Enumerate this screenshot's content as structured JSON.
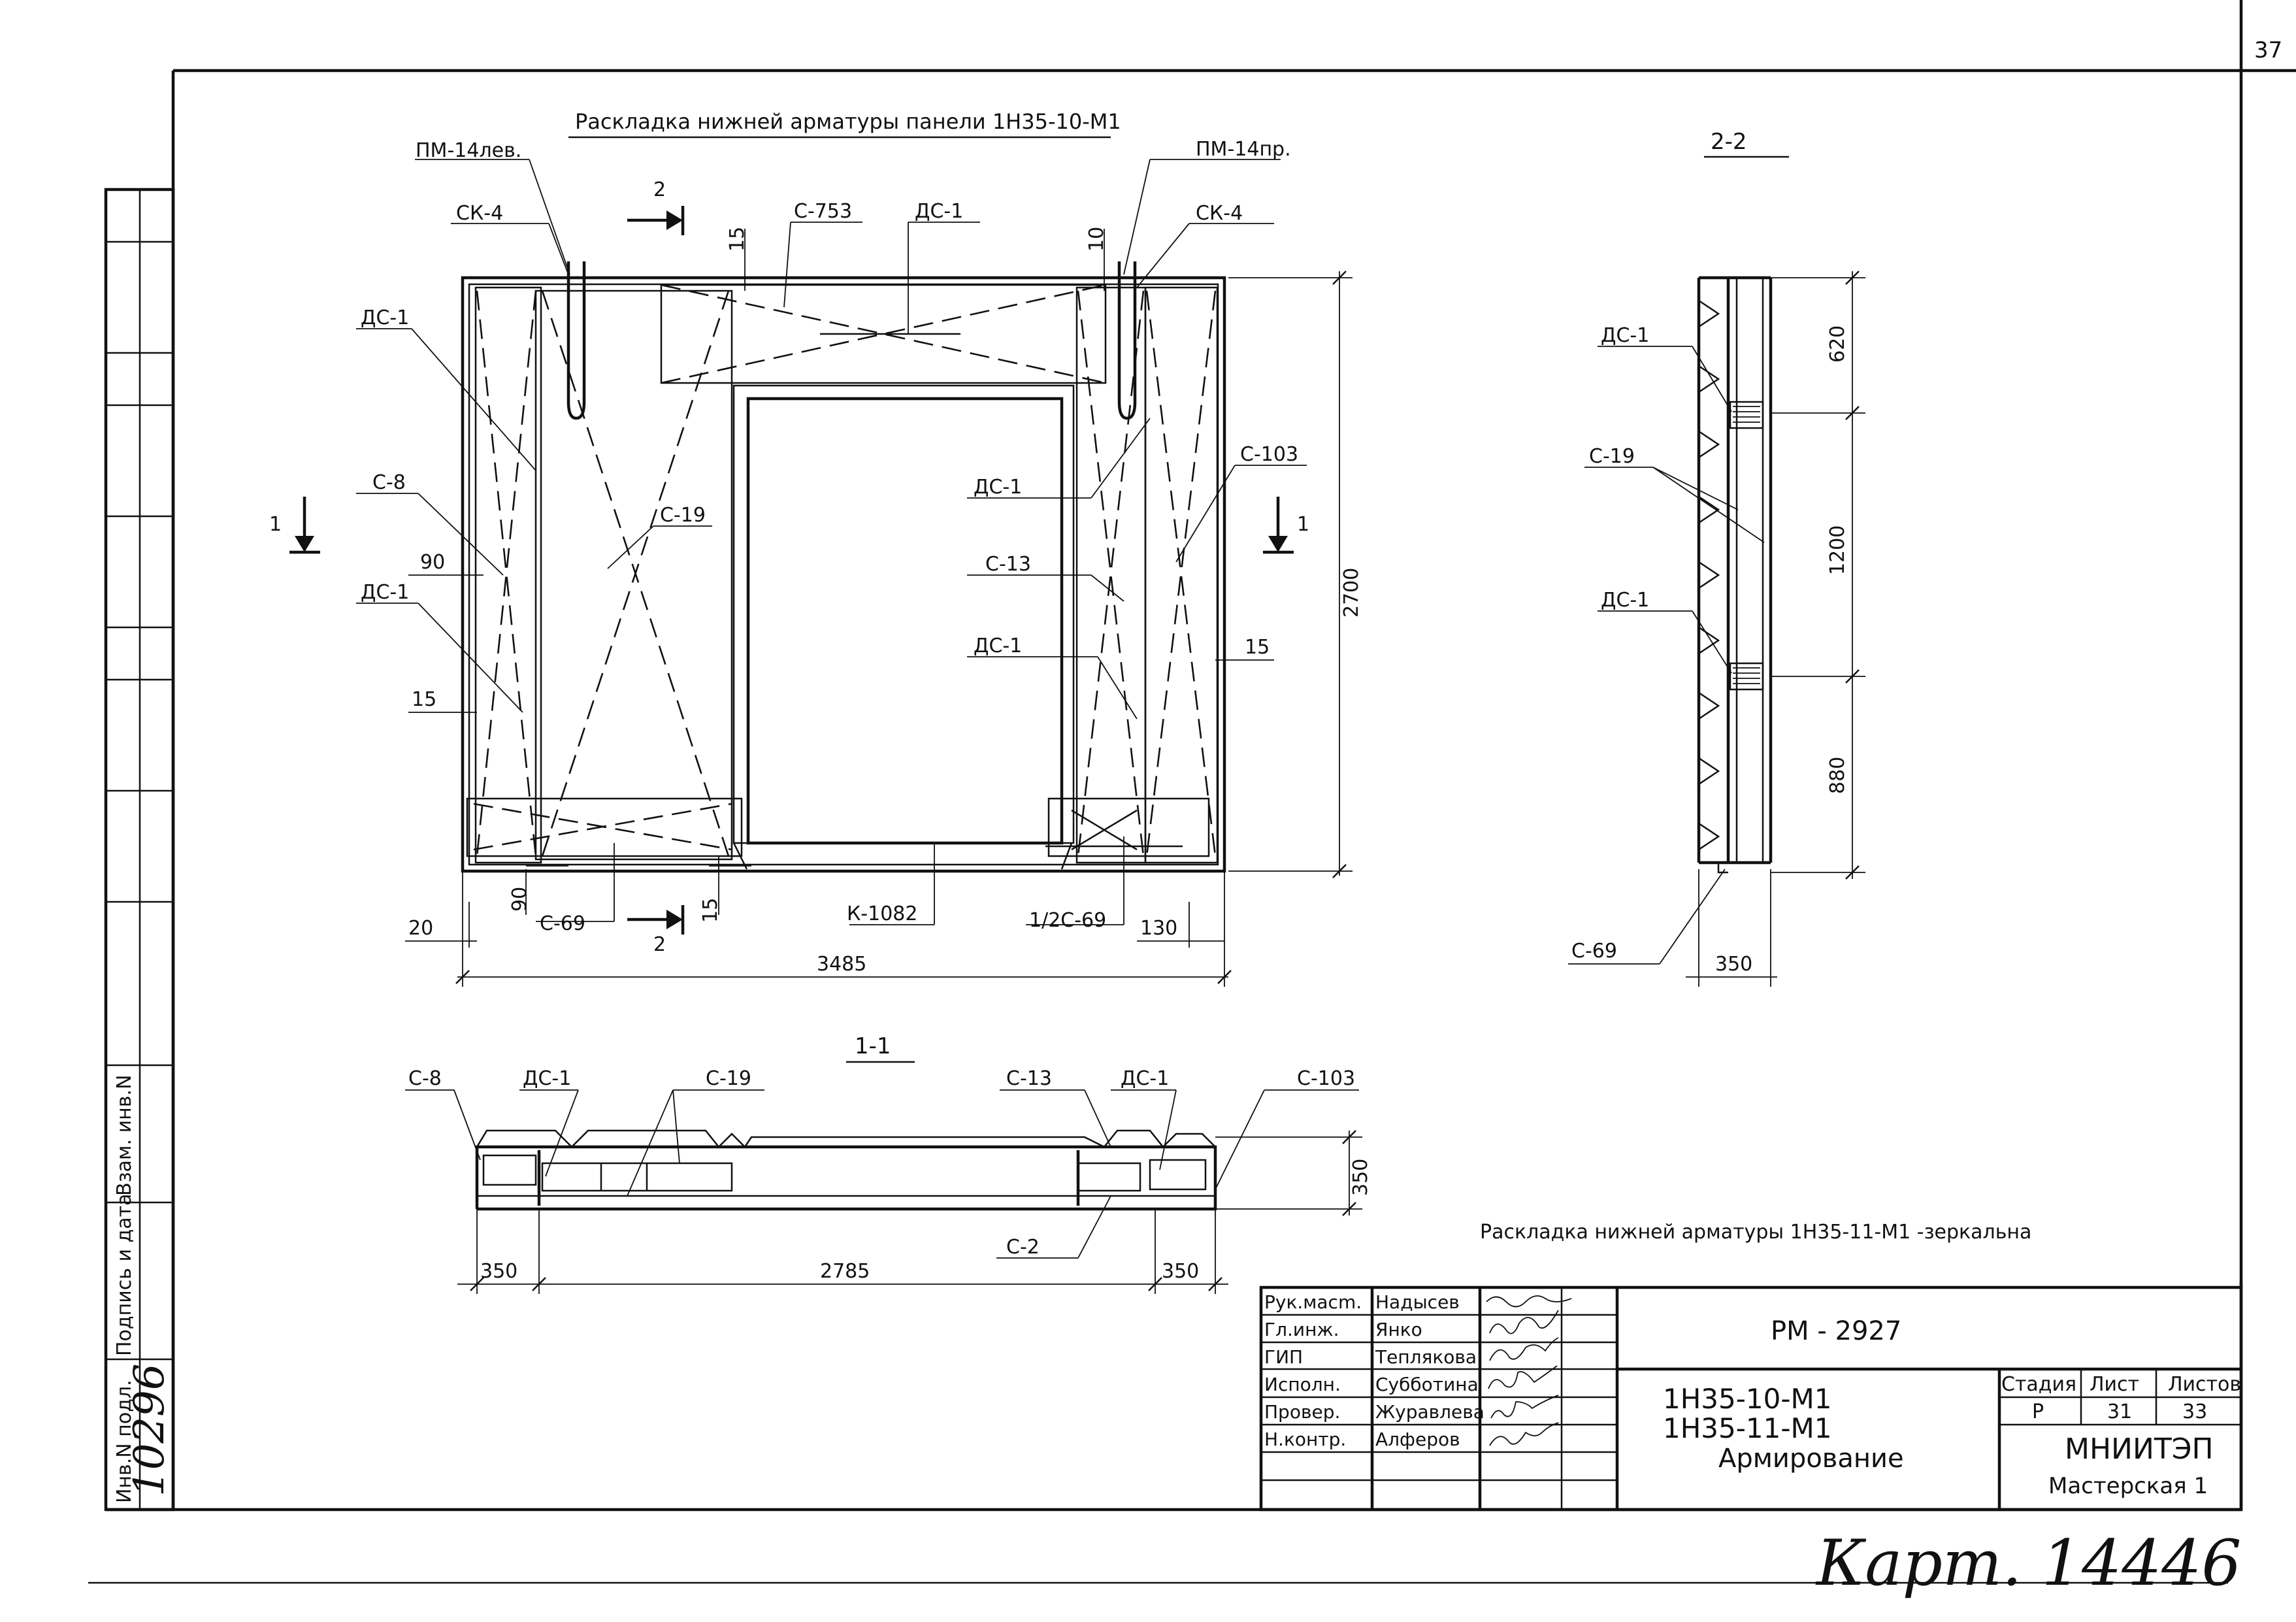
{
  "sheet_number": "37",
  "main_title": "Раскладка нижней арматуры панели 1Н35-10-М1",
  "mirror_note": "Раскладка нижней арматуры 1Н35-11-М1    -зеркальна",
  "plan": {
    "labels": {
      "pm14_left": "ПМ-14лев.",
      "pm14_right": "ПМ-14пр.",
      "ck4_left": "СК-4",
      "ck4_right": "СК-4",
      "c753": "С-753",
      "dc1_top": "ДС-1",
      "dc1_l1": "ДС-1",
      "dc1_l2": "ДС-1",
      "c8": "С-8",
      "c19": "С-19",
      "dc1_r1": "ДС-1",
      "c13": "С-13",
      "dc1_r2": "ДС-1",
      "c103": "С-103",
      "c69": "С-69",
      "k1082": "К-1082",
      "half_c69": "1/2С-69"
    },
    "dims": {
      "d15_top_l": "15",
      "d10_top_r": "10",
      "d90_left": "90",
      "d15_left": "15",
      "d15_right": "15",
      "d2700": "2700",
      "d20": "20",
      "d90_bot": "90",
      "d15_bot": "15",
      "d130": "130",
      "d3485": "3485"
    },
    "cut_marks": {
      "cut2_top": "2",
      "cut2_bot": "2",
      "cut1_left": "1",
      "cut1_right": "1"
    }
  },
  "section_1_1": {
    "title": "1-1",
    "labels": {
      "c8": "С-8",
      "dc1_a": "ДС-1",
      "c19": "С-19",
      "c13": "С-13",
      "dc1_b": "ДС-1",
      "c103": "С-103",
      "c2": "С-2"
    },
    "dims": {
      "d350_h": "350",
      "d350_l": "350",
      "d2785": "2785",
      "d350_r": "350"
    }
  },
  "section_2_2": {
    "title": "2-2",
    "labels": {
      "dc1_a": "ДС-1",
      "c19": "С-19",
      "dc1_b": "ДС-1",
      "c69": "С-69"
    },
    "dims": {
      "d620": "620",
      "d1200": "1200",
      "d880": "880",
      "d350": "350"
    }
  },
  "side_stamp": {
    "inv_podl": "Инв.N подл.",
    "podpis": "Подпись и дата",
    "vzam": "Взам. инв.N",
    "handwritten_number": "10296"
  },
  "title_block": {
    "doc_code": "РМ - 2927",
    "roles": [
      {
        "role": "Рук.масm.",
        "name": "Надысев"
      },
      {
        "role": "Гл.инж.",
        "name": "Янко"
      },
      {
        "role": "ГИП",
        "name": "Теплякова"
      },
      {
        "role": "Исполн.",
        "name": "Субботина"
      },
      {
        "role": "Провер.",
        "name": "Журавлева"
      },
      {
        "role": "Н.контр.",
        "name": "Алферов"
      }
    ],
    "product_1": "1Н35-10-М1",
    "product_2": "1Н35-11-М1",
    "product_title": "Армирование",
    "stage_header": "Стадия",
    "sheet_header": "Лист",
    "sheets_header": "Листов",
    "stage_value": "Р",
    "sheet_value": "31",
    "sheets_value": "33",
    "org": "МНИИТЭП",
    "workshop": "Мастерская 1"
  },
  "card_note": "Карт. 14446"
}
